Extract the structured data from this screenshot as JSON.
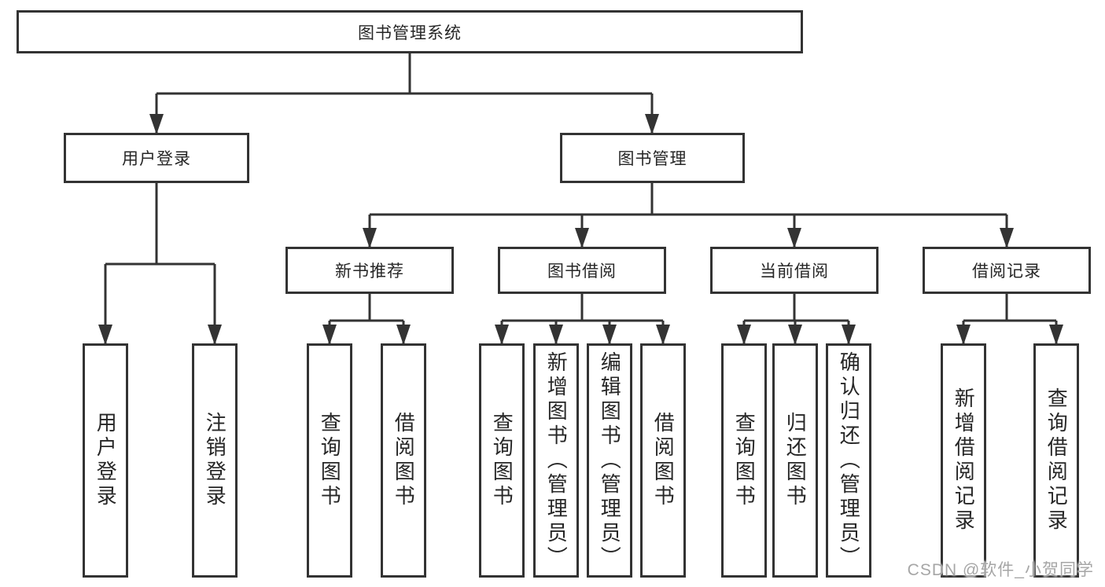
{
  "diagram": {
    "root": {
      "label": "图书管理系统"
    },
    "level2": [
      {
        "id": "user-login",
        "label": "用户登录"
      },
      {
        "id": "book-management",
        "label": "图书管理"
      }
    ],
    "level3": [
      {
        "id": "new-book-recommendation",
        "label": "新书推荐"
      },
      {
        "id": "book-borrowing",
        "label": "图书借阅"
      },
      {
        "id": "current-borrowing",
        "label": "当前借阅"
      },
      {
        "id": "borrowing-records",
        "label": "借阅记录"
      }
    ],
    "leaves": [
      {
        "id": "user-login-leaf",
        "label": "用户登录"
      },
      {
        "id": "logout",
        "label": "注销登录"
      },
      {
        "id": "query-books-recommend",
        "label": "查询图书"
      },
      {
        "id": "borrow-books-recommend",
        "label": "借阅图书"
      },
      {
        "id": "query-books-borrowing",
        "label": "查询图书"
      },
      {
        "id": "add-books-admin",
        "label": "新增图书（管理员）"
      },
      {
        "id": "edit-books-admin",
        "label": "编辑图书（管理员）"
      },
      {
        "id": "borrow-books-borrowing",
        "label": "借阅图书"
      },
      {
        "id": "query-books-current",
        "label": "查询图书"
      },
      {
        "id": "return-books",
        "label": "归还图书"
      },
      {
        "id": "confirm-return-admin",
        "label": "确认归还（管理员）"
      },
      {
        "id": "add-borrow-record",
        "label": "新增借阅记录"
      },
      {
        "id": "query-borrow-record",
        "label": "查询借阅记录"
      }
    ]
  },
  "watermark": {
    "text": "CSDN @软件_小贺同学"
  },
  "colors": {
    "line": "#333333",
    "text": "#262626",
    "watermark": "#a6a6a6",
    "background": "#ffffff"
  }
}
